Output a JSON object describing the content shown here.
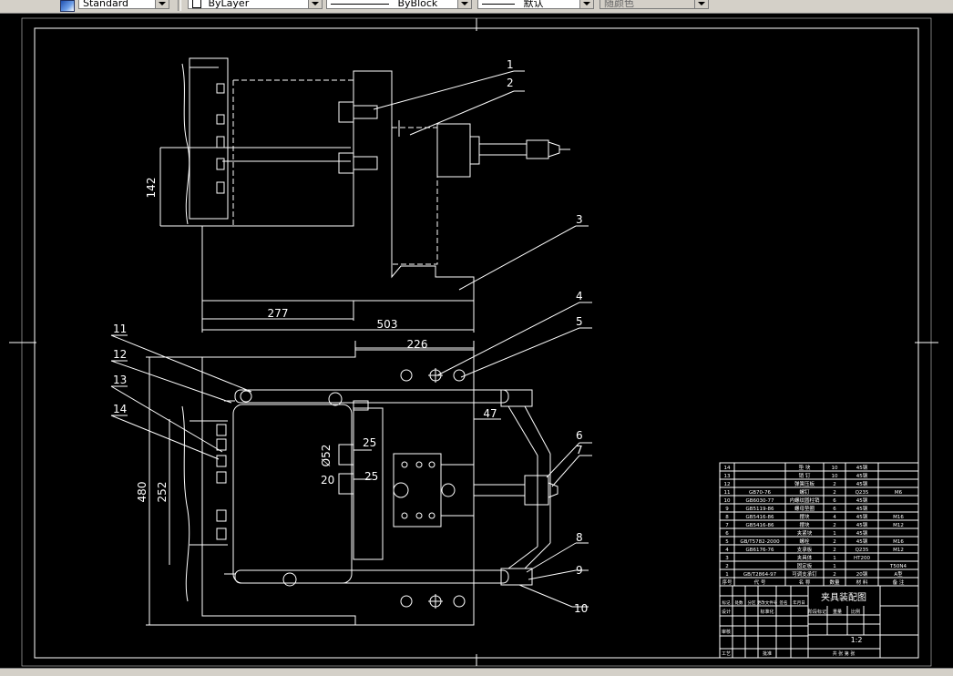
{
  "toolbar": {
    "text_style": "Standard",
    "layer": "ByLayer",
    "linetype": "ByBlock",
    "lineweight": "默认",
    "plot_style": "随颜色"
  },
  "drawing": {
    "dim_142": "142",
    "dim_277": "277",
    "dim_503": "503",
    "dim_226": "226",
    "dim_47": "47",
    "dim_480": "480",
    "dim_252": "252",
    "dim_phi52": "Ø52",
    "dim_25a": "25",
    "dim_25b": "25",
    "dim_20": "20",
    "balloons": [
      "1",
      "2",
      "3",
      "4",
      "5",
      "6",
      "7",
      "8",
      "9",
      "10",
      "11",
      "12",
      "13",
      "14"
    ]
  },
  "title_block": {
    "bom_rows": [
      [
        "14",
        "",
        "垫 块",
        "10",
        "45钢",
        ""
      ],
      [
        "13",
        "",
        "销 钉",
        "10",
        "45钢",
        ""
      ],
      [
        "12",
        "",
        "弹簧压板",
        "2",
        "45钢",
        ""
      ],
      [
        "11",
        "GB70-76",
        "螺钉",
        "2",
        "Q235",
        "M6"
      ],
      [
        "10",
        "GB6030-77",
        "内螺纹圆柱销",
        "6",
        "45钢",
        ""
      ],
      [
        "9",
        "GB5119-86",
        "螺母垫圈",
        "6",
        "45钢",
        ""
      ],
      [
        "8",
        "GB5416-86",
        "摆块",
        "4",
        "45钢",
        "M16"
      ],
      [
        "7",
        "GB5416-86",
        "摆块",
        "2",
        "45钢",
        "M12"
      ],
      [
        "6",
        "",
        "夹紧块",
        "1",
        "45钢",
        ""
      ],
      [
        "5",
        "GB/T5782-2000",
        "螺栓",
        "2",
        "45钢",
        "M16"
      ],
      [
        "4",
        "GB6176-76",
        "支承板",
        "2",
        "Q235",
        "M12"
      ],
      [
        "3",
        "",
        "夹具体",
        "1",
        "HT200",
        ""
      ],
      [
        "2",
        "",
        "固定板",
        "1",
        "",
        "T50N4"
      ],
      [
        "1",
        "GB/T2864-97",
        "可调支承钉",
        "2",
        "20钢",
        "A型"
      ]
    ],
    "bom_header": [
      "序号",
      "代 号",
      "名 称",
      "数量",
      "材 料",
      "备 注"
    ],
    "drawing_title": "夹具装配图",
    "scale": "1:2",
    "sign_labels": [
      "标记",
      "处数",
      "分区",
      "更改文件号",
      "签名",
      "年月日"
    ],
    "row_designer": "设计",
    "row_std": "标准化",
    "row_review": "审核",
    "row_process": "工艺",
    "row_approve": "批准",
    "stage_label": "阶段标记",
    "weight_label": "重量",
    "scale_label": "比例",
    "sheet_label": "共 张 第 张"
  }
}
